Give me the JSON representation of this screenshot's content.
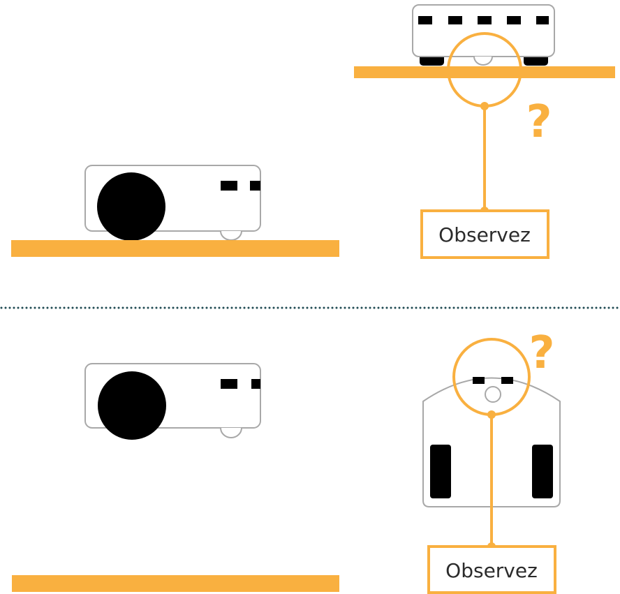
{
  "colors": {
    "accent": "#f9b040",
    "divider": "#1f4a52",
    "robot_outline": "#a8a8a8",
    "robot_fill": "#ffffff",
    "wheel": "#000000"
  },
  "scene_top": {
    "robot_side_view": "robot-side-view",
    "robot_front_view": "robot-front-view",
    "question_mark": "?",
    "observe_label": "Observez"
  },
  "scene_bottom": {
    "robot_side_view": "robot-side-view",
    "robot_top_view": "robot-top-view",
    "question_mark": "?",
    "observe_label": "Observez"
  }
}
